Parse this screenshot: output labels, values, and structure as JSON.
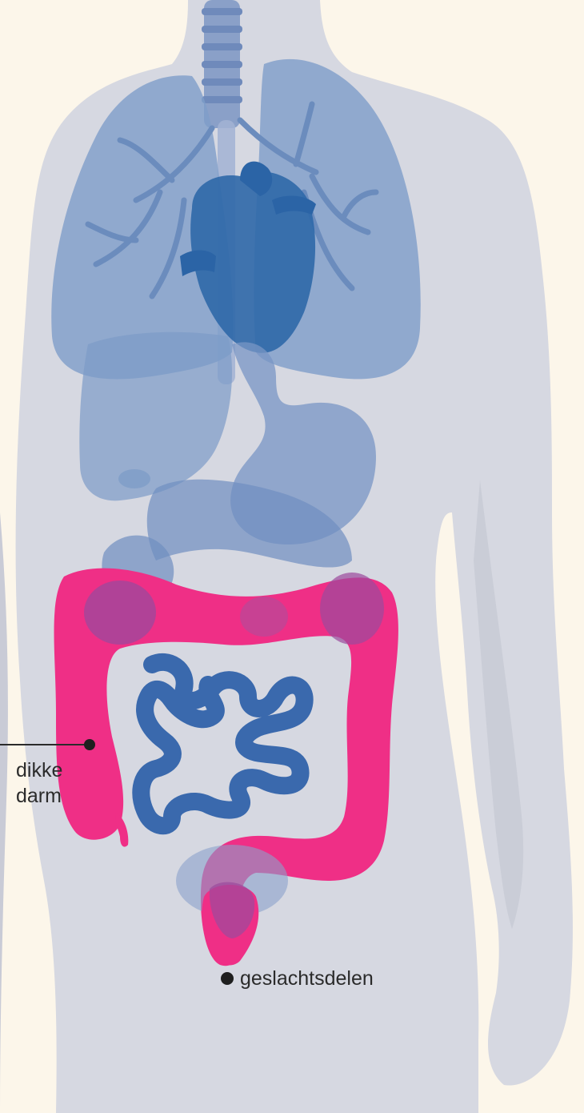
{
  "colors": {
    "background": "#fcf6ea",
    "body": "#d6d8e1",
    "organs": "#5b82b8",
    "heart": "#2b64a6",
    "small_intestine": "#3a69ad",
    "large_intestine": "#ef2f86",
    "overlap": "#9b4a9c",
    "label_text": "#2b2b2b"
  },
  "labels": {
    "large_intestine": {
      "line1": "dikke",
      "line2": "darm"
    },
    "genitals": "geslachtsdelen"
  }
}
